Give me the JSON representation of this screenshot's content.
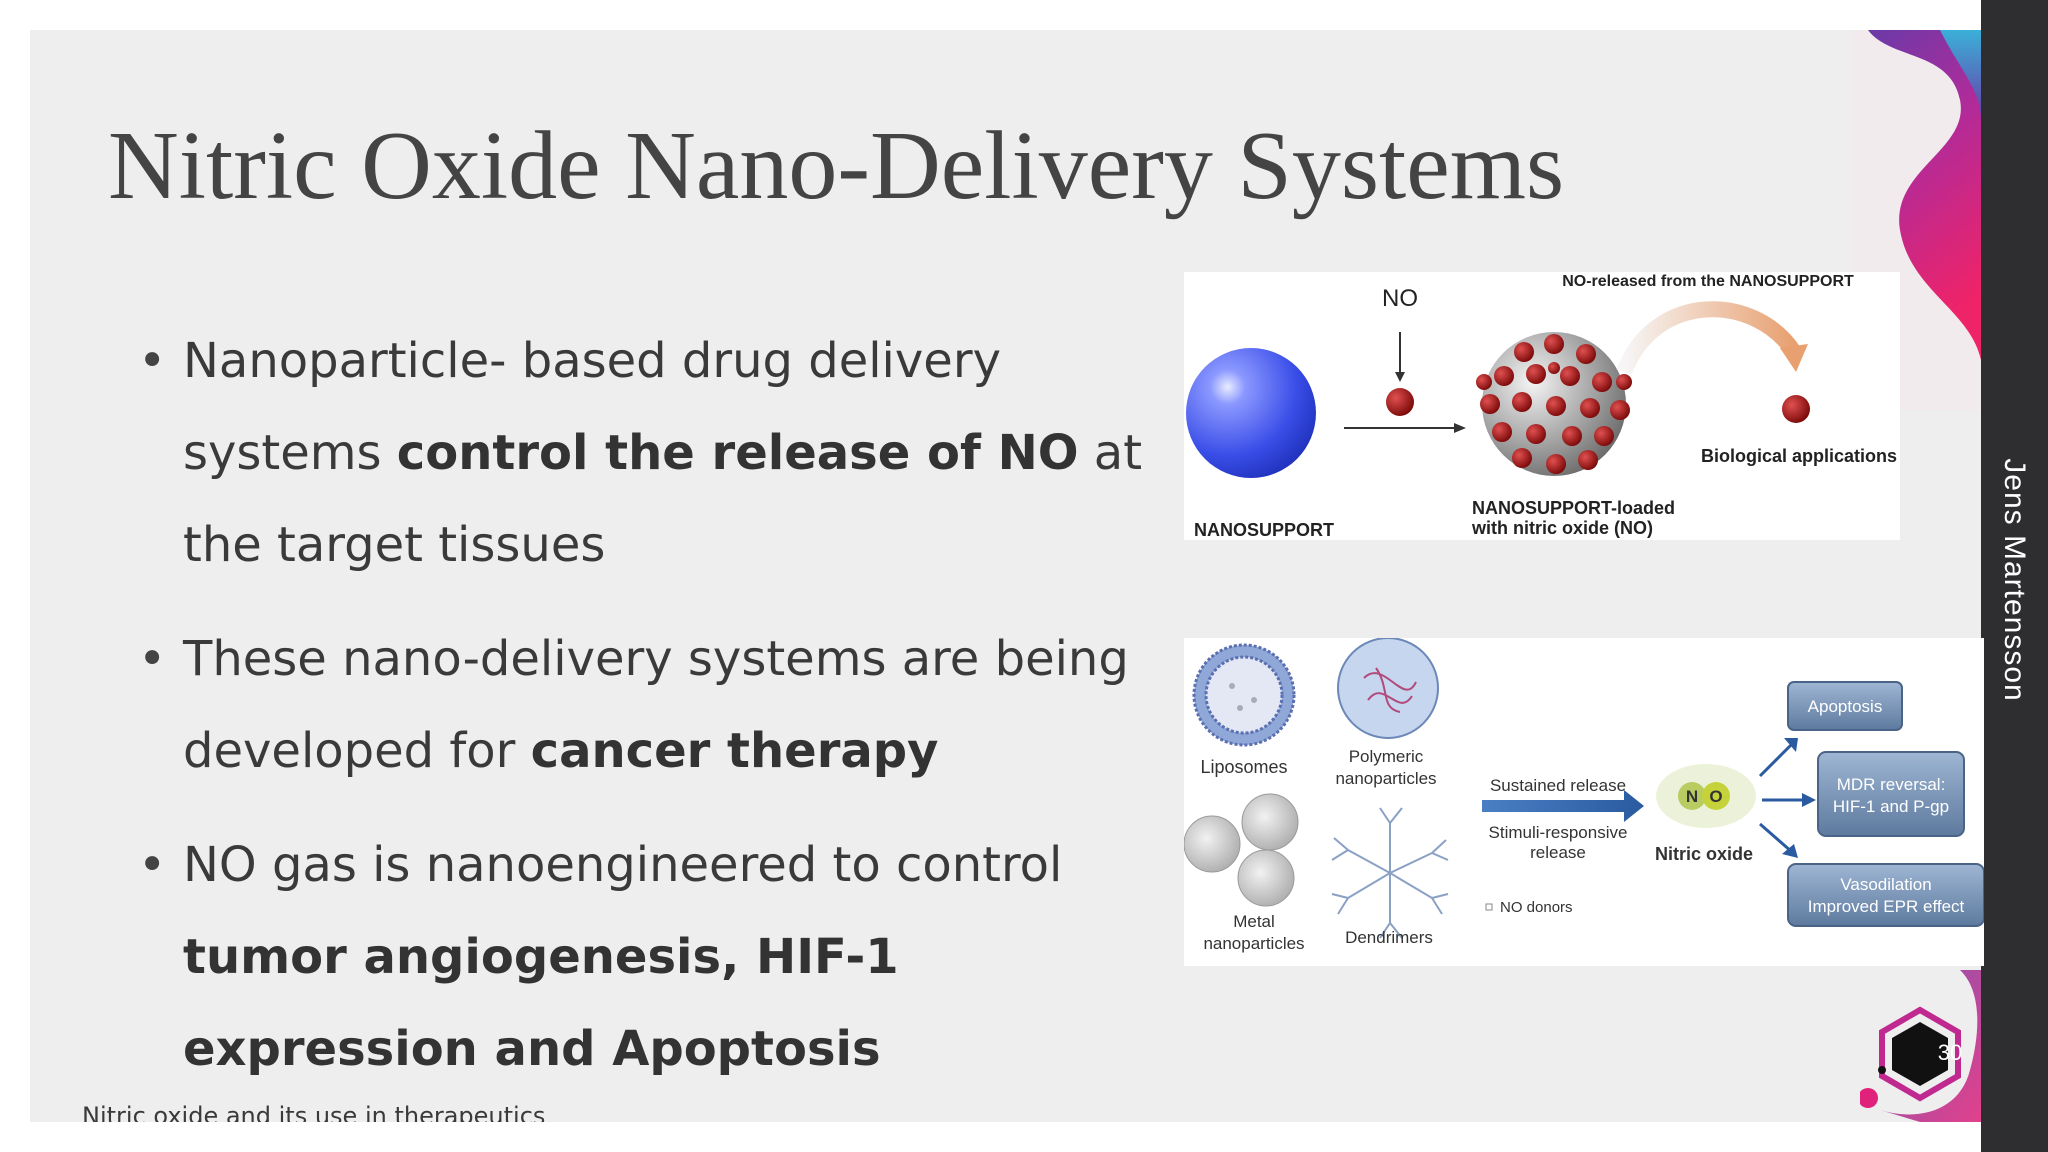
{
  "slide": {
    "title": "Nitric Oxide Nano-Delivery Systems",
    "author": "Jens Martensson",
    "footer": "Nitric oxide and its use in therapeutics",
    "page_number": "30"
  },
  "bullets": [
    {
      "parts": [
        {
          "text": "Nanoparticle- based drug delivery systems ",
          "bold": false
        },
        {
          "text": "control the release of NO",
          "bold": true
        },
        {
          "text": " at the target tissues",
          "bold": false
        }
      ]
    },
    {
      "parts": [
        {
          "text": "These nano-delivery systems are being developed for ",
          "bold": false
        },
        {
          "text": "cancer therapy",
          "bold": true
        }
      ]
    },
    {
      "parts": [
        {
          "text": "NO gas is nanoengineered to control ",
          "bold": false
        },
        {
          "text": "tumor angiogenesis, HIF-1 expression and Apoptosis",
          "bold": true
        }
      ]
    }
  ],
  "figure1": {
    "no_label": "NO",
    "released_label": "NO-released from the NANOSUPPORT",
    "bio_label": "Biological applications",
    "nanosupport_label": "NANOSUPPORT",
    "loaded_label_1": "NANOSUPPORT-loaded",
    "loaded_label_2": "with nitric oxide (NO)"
  },
  "figure2": {
    "liposomes": "Liposomes",
    "polymeric_1": "Polymeric",
    "polymeric_2": "nanoparticles",
    "metal_1": "Metal",
    "metal_2": "nanoparticles",
    "dendrimers": "Dendrimers",
    "sustained": "Sustained release",
    "stimuli_1": "Stimuli-responsive",
    "stimuli_2": "release",
    "no_donors": "NO donors",
    "nitric_oxide": "Nitric oxide",
    "n_atom": "N",
    "o_atom": "O",
    "apoptosis": "Apoptosis",
    "mdr_1": "MDR reversal:",
    "mdr_2": "HIF-1 and P-gp",
    "vaso_1": "Vasodilation",
    "vaso_2": "Improved EPR effect"
  },
  "colors": {
    "slide_bg": "#eeeeee",
    "title": "#444444",
    "text": "#3a3a3a",
    "right_bar": "#2e2e30",
    "accent_magenta": "#e0227a",
    "accent_purple": "#6a3aa8",
    "sphere_blue": "#4a5cf0",
    "no_red": "#9a1010",
    "box_blue": "#6f8bb0"
  }
}
